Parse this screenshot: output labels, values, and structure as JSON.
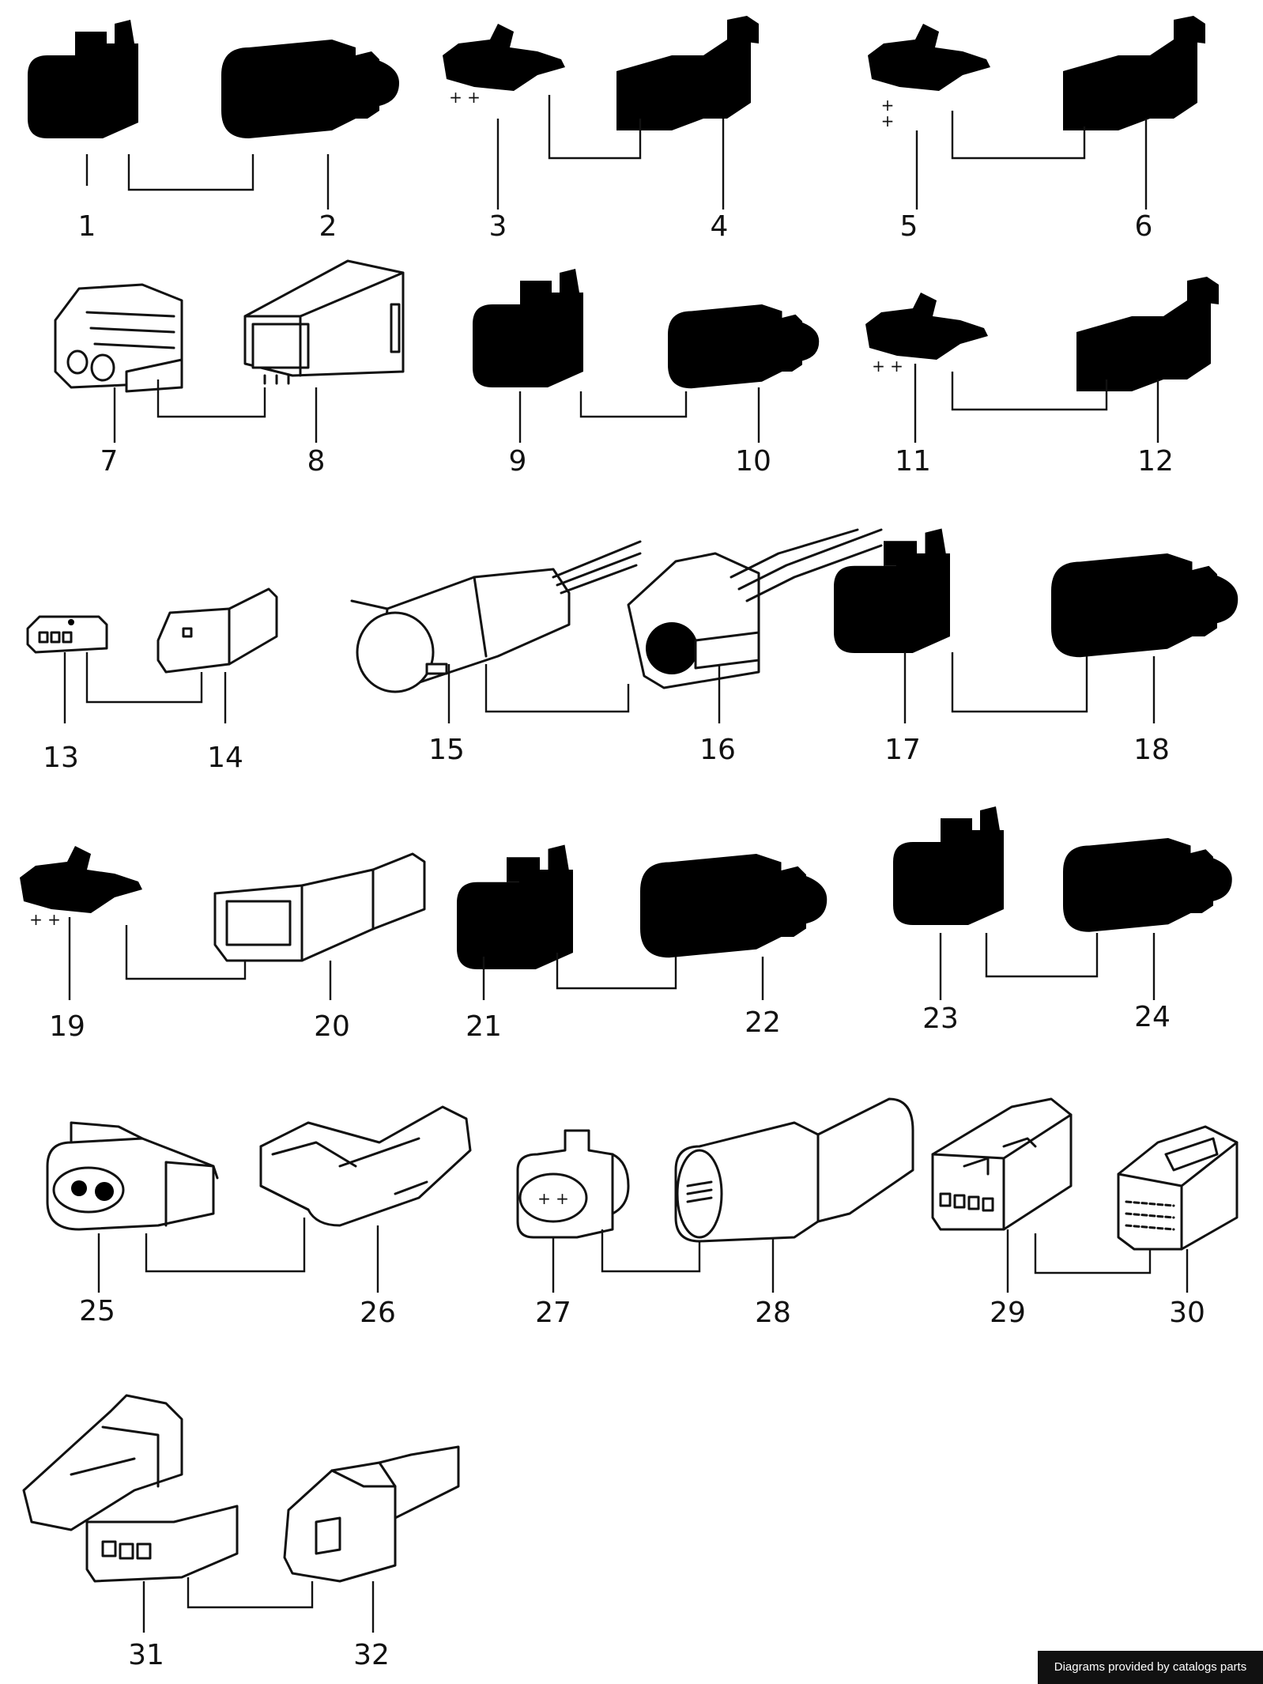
{
  "callouts": [
    "1",
    "2",
    "3",
    "4",
    "5",
    "6",
    "7",
    "8",
    "9",
    "10",
    "11",
    "12",
    "13",
    "14",
    "15",
    "16",
    "17",
    "18",
    "19",
    "20",
    "21",
    "22",
    "23",
    "24",
    "25",
    "26",
    "27",
    "28",
    "29",
    "30",
    "31",
    "32"
  ],
  "credit": "Diagrams provided by catalogs parts",
  "line_color": "#111111",
  "background_color": "#ffffff"
}
